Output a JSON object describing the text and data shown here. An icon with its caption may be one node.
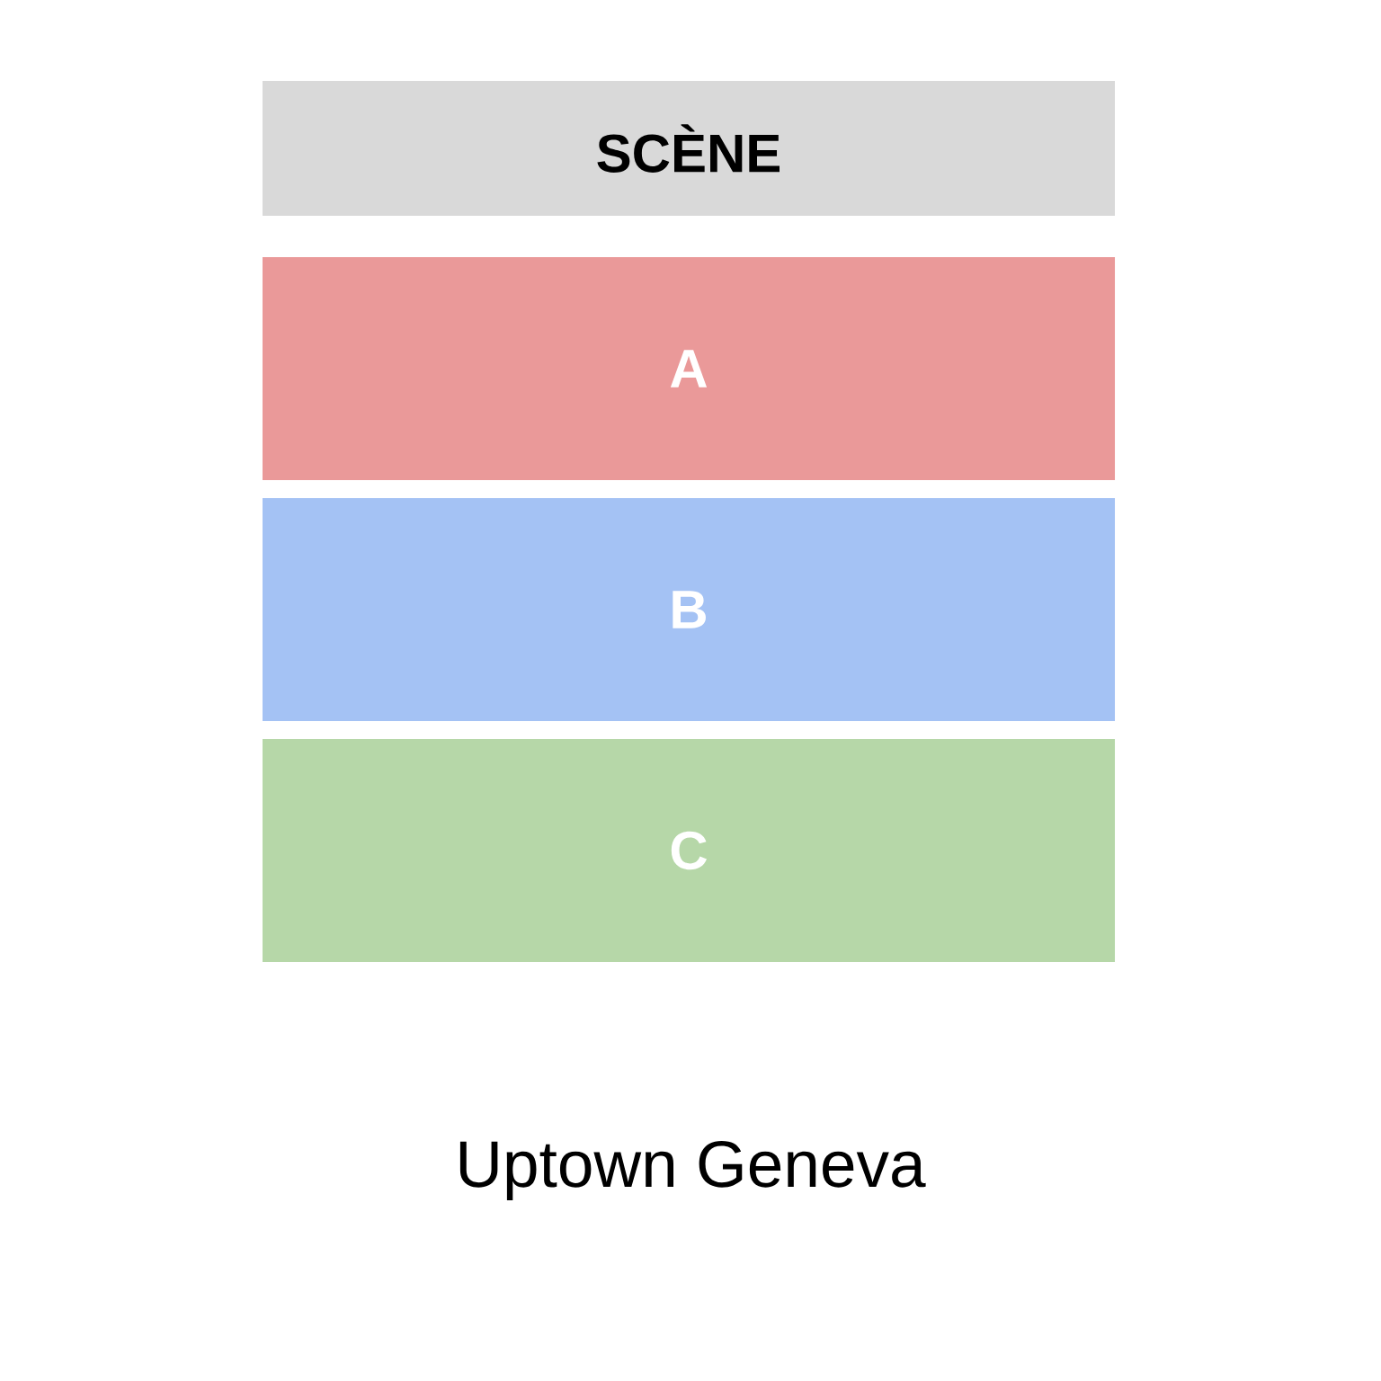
{
  "diagram": {
    "caption": "Uptown Geneva",
    "nodes": [
      {
        "text": [
          "SCÈNE"
        ]
      },
      {
        "text": [
          "A"
        ]
      },
      {
        "text": [
          "B"
        ]
      },
      {
        "text": [
          "C"
        ]
      }
    ]
  }
}
